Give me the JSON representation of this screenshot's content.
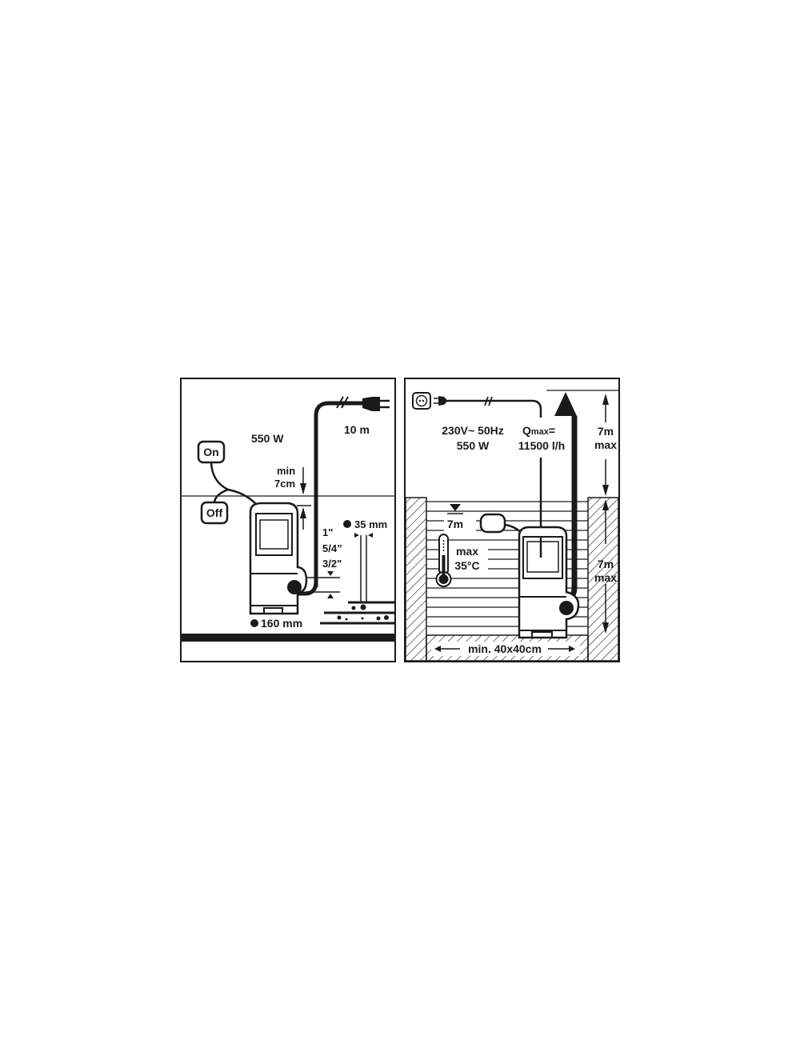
{
  "left_panel": {
    "power": "550 W",
    "cable_length": "10 m",
    "min_depth_line1": "min",
    "min_depth_line2": "7cm",
    "switch_on": "On",
    "switch_off": "Off",
    "thread_sizes": [
      "1\"",
      "5/4”",
      "3/2\""
    ],
    "particle_size": "35 mm",
    "pump_diameter": "160 mm"
  },
  "right_panel": {
    "voltage": "230V~ 50Hz",
    "power": "550 W",
    "flow_label": "Q",
    "flow_sub": "max",
    "flow_eq": "=",
    "flow_value": "11500 l/h",
    "lift_height_line1": "7m",
    "lift_height_line2": "max",
    "immersion_depth_line1": "7m",
    "immersion_depth_line2": "max",
    "water_level": "7m",
    "temp_line1": "max",
    "temp_line2": "35°C",
    "shaft_size": "min. 40x40cm"
  },
  "colors": {
    "ink": "#1a1a1a",
    "background": "#ffffff"
  }
}
